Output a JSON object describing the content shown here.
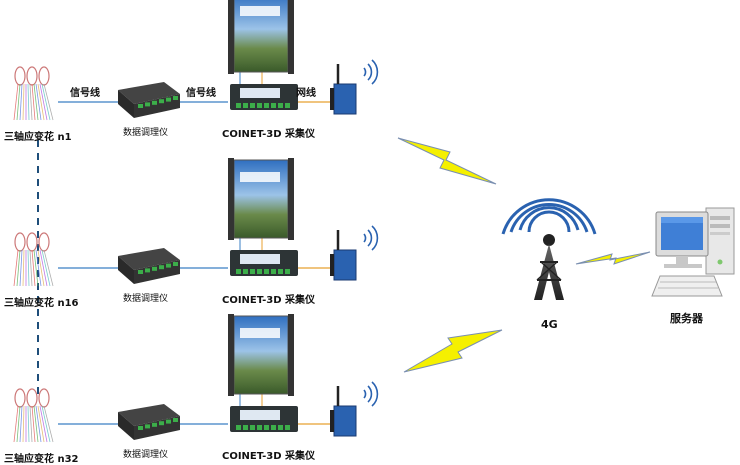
{
  "rows": [
    {
      "sensor_label": "三轴应变花 n1",
      "conditioner_label": "数据调理仪",
      "collector_label": "COINET-3D 采集仪",
      "link1_label": "信号线",
      "link2_label": "信号线",
      "link3_label": "网线"
    },
    {
      "sensor_label": "三轴应变花 n16",
      "conditioner_label": "数据调理仪",
      "collector_label": "COINET-3D 采集仪"
    },
    {
      "sensor_label": "三轴应变花 n32",
      "conditioner_label": "数据调理仪",
      "collector_label": "COINET-3D 采集仪"
    }
  ],
  "tower_label": "4G",
  "server_label": "服务器",
  "colors": {
    "line": "#3a7fc4",
    "lightning": "#f5f000",
    "lightning_edge": "#7a8fb0",
    "device_dark": "#2d3436",
    "modem_blue": "#2a62b0",
    "screen": "#dfe8f2"
  }
}
